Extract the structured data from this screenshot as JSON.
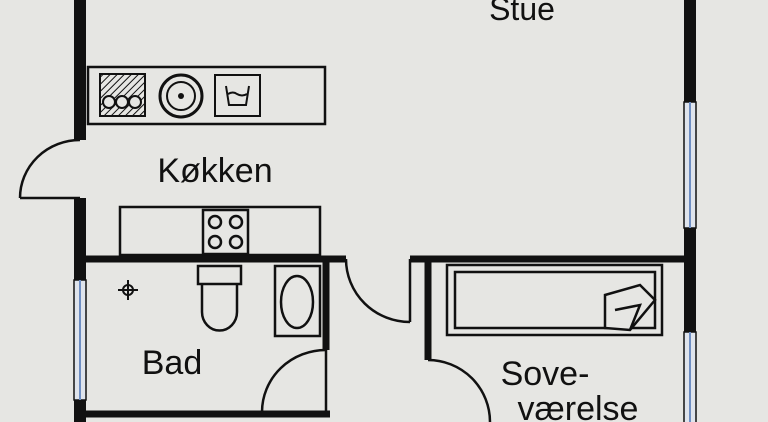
{
  "rooms": {
    "living": "Stue",
    "kitchen": "Køkken",
    "bath": "Bad",
    "bedroom_line1": "Sove-",
    "bedroom_line2": "værelse"
  },
  "colors": {
    "wall": "#111111",
    "window": "#6f8fc4",
    "paper": "#e6e6e3"
  }
}
